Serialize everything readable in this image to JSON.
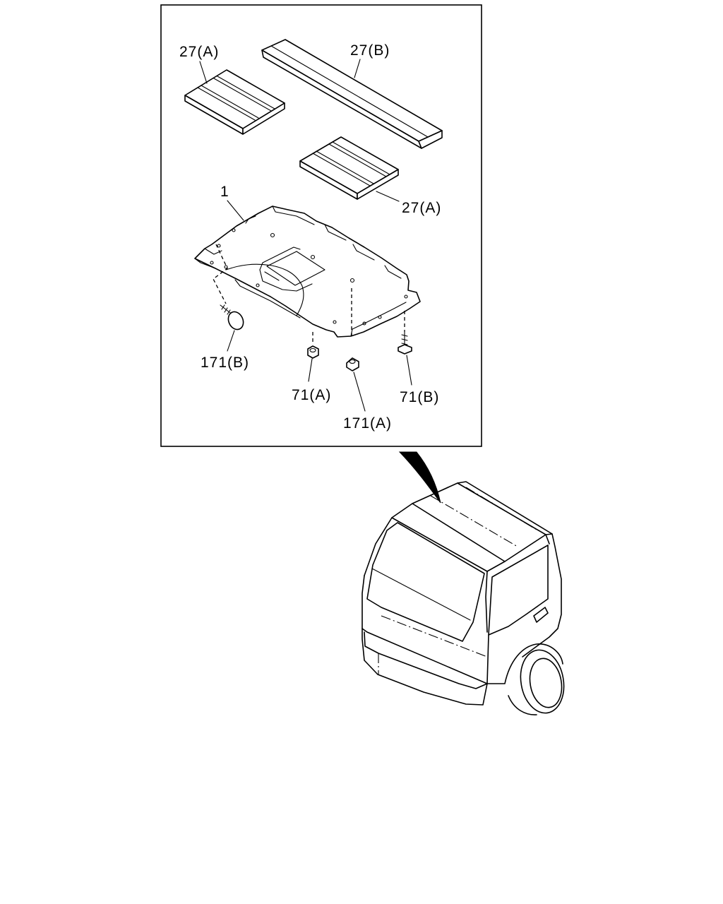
{
  "callouts": {
    "pad_a_top": "27(A)",
    "strip_b": "27(B)",
    "pad_a_right": "27(A)",
    "headlining": "1",
    "clip_171b": "171(B)",
    "nut_71a": "71(A)",
    "clip_171a": "171(A)",
    "screw_71b": "71(B)"
  }
}
